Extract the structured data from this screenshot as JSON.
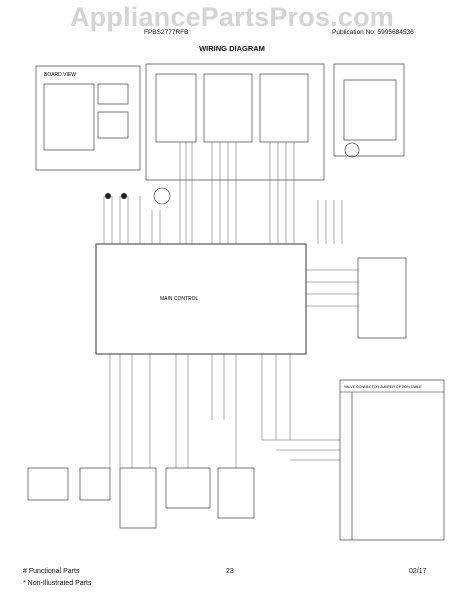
{
  "header": {
    "watermark": "AppliancePartsPros.com",
    "model": "FPBS2777RFB",
    "publication_label": "Publication No:",
    "publication_number": "5995684536",
    "title": "WIRING DIAGRAM"
  },
  "diagram": {
    "board_view_label": "BOARD VIEW",
    "main_control_label": "MAIN CONTROL",
    "jumper_table_title": "VALVE CONNECTOR JUMPER OPTION TABLE"
  },
  "footer": {
    "functional_parts": "# Functional Parts",
    "non_illustrated": "* Non-Illustrated Parts",
    "page_number": "23",
    "date": "02/17"
  }
}
